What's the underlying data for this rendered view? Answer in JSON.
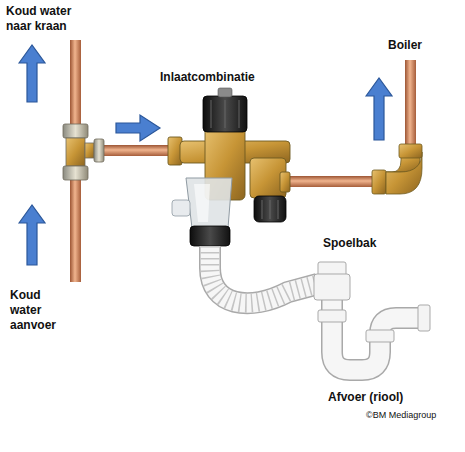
{
  "diagram": {
    "labels": [
      "Koud water naar kraan",
      "Boiler",
      "Inlaatcombinatie",
      "Spoelbak",
      "Koud water aanvoer",
      "Afvoer (riool)",
      "©BM Mediagroup"
    ]
  }
}
